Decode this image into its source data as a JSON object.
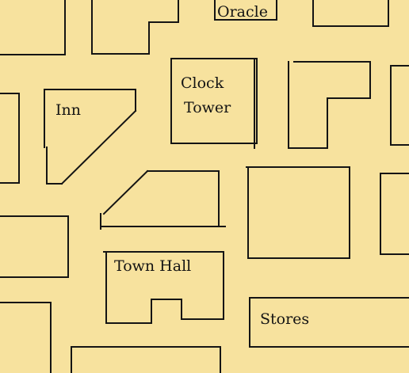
{
  "map": {
    "background_color": "#f7e29e",
    "line_color": "#141414",
    "labels": {
      "oracle": "Oracle",
      "inn": "Inn",
      "clock_tower_line1": "Clock",
      "clock_tower_line2": "Tower",
      "town_hall": "Town Hall",
      "stores": "Stores"
    }
  }
}
